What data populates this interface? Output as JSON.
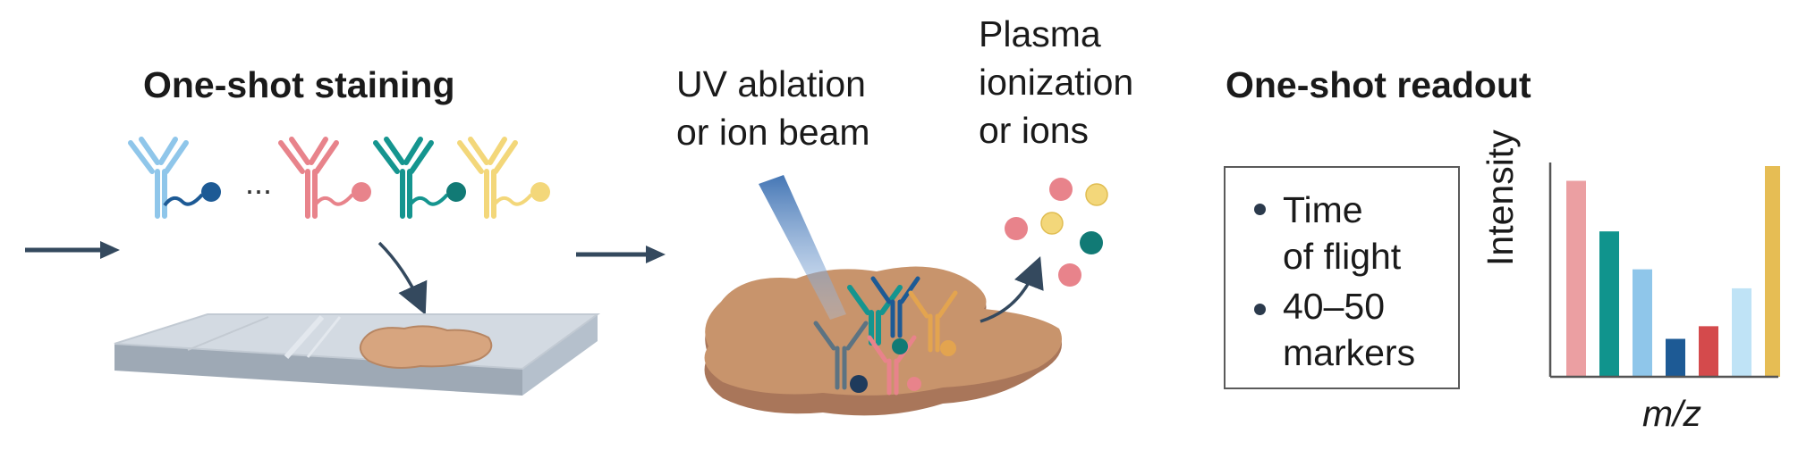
{
  "panel_staining": {
    "title": "One-shot staining",
    "ellipsis": "..."
  },
  "panel_ablation": {
    "beam_label_line1": "UV ablation",
    "beam_label_line2": "or ion beam",
    "ion_label_line1": "Plasma",
    "ion_label_line2": "ionization",
    "ion_label_line3": "or ions"
  },
  "panel_readout": {
    "title": "One-shot readout",
    "legend": [
      {
        "line1": "Time",
        "line2": "of flight"
      },
      {
        "line1": "40–50",
        "line2": "markers"
      }
    ]
  },
  "colors": {
    "arrow": "#34495e",
    "antibody_blue": "#8fc6ea",
    "antibody_red": "#e8838b",
    "antibody_teal": "#15958f",
    "antibody_yellow": "#f3d77a",
    "tissue": "#c8946c",
    "slide": "#b5c0cc"
  },
  "chart_data": {
    "type": "bar",
    "xlabel": "m/z",
    "ylabel": "Intensity",
    "categories": [
      "",
      "",
      "",
      "",
      "",
      "",
      ""
    ],
    "values": [
      93,
      69,
      51,
      18,
      24,
      42,
      100
    ],
    "bar_colors": [
      "#eb9fa2",
      "#10948d",
      "#8fc6ea",
      "#1d5a95",
      "#d44a4c",
      "#bfe3f6",
      "#e6bd54"
    ],
    "ylim": [
      0,
      100
    ],
    "grid": false,
    "legend": "none"
  }
}
